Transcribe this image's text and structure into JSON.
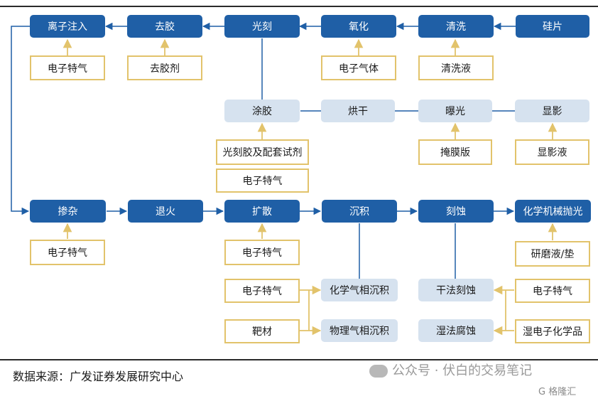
{
  "main_row": {
    "top": [
      "离子注入",
      "去胶",
      "光刻",
      "氧化",
      "清洗",
      "硅片"
    ],
    "middle": [
      "涂胶",
      "烘干",
      "曝光",
      "显影"
    ],
    "bottom": [
      "掺杂",
      "退火",
      "扩散",
      "沉积",
      "刻蚀",
      "化学机械抛光"
    ]
  },
  "inputs": {
    "ion_implant": "电子特气",
    "strip": "去胶剂",
    "oxidation": "电子气体",
    "clean": "清洗液",
    "coat_1": "光刻胶及配套试剂",
    "coat_2": "电子特气",
    "expose": "掩膜版",
    "develop": "显影液",
    "dope": "电子特气",
    "diffuse": "电子特气",
    "cmp": "研磨液/垫",
    "deposit_gas": "电子特气",
    "deposit_target": "靶材",
    "etch_gas": "电子特气",
    "etch_wet": "湿电子化学品"
  },
  "sub_processes": {
    "cvd": "化学气相沉积",
    "pvd": "物理气相沉积",
    "dry_etch": "干法刻蚀",
    "wet_etch": "湿法腐蚀"
  },
  "footer": {
    "source": "数据来源：广发证券发展研究中心",
    "watermark": "公众号 · 伏白的交易笔记",
    "logo": "G 格隆汇"
  },
  "colors": {
    "dark_box": "#1f5fa6",
    "light_box": "#d6e2ef",
    "gold_border": "#e2c36b",
    "connector_blue": "#1f5fa6"
  }
}
